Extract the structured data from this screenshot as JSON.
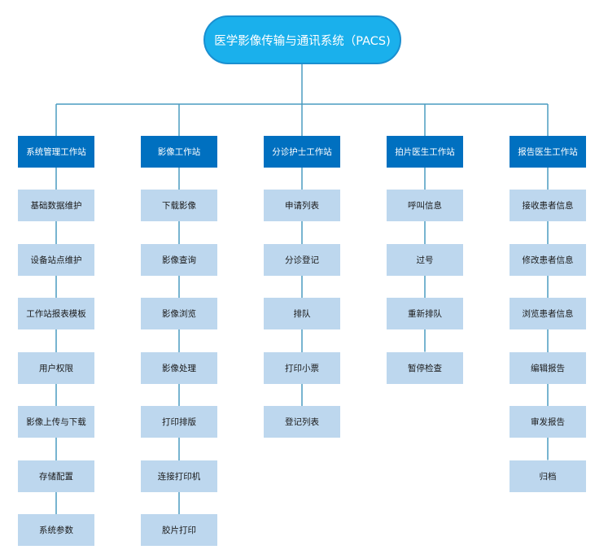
{
  "root": {
    "label": "医学影像传输与通讯系统（PACS)"
  },
  "columns": [
    {
      "title": "系统管理工作站",
      "items": [
        "基础数据维护",
        "设备站点维护",
        "工作站报表模板",
        "用户权限",
        "影像上传与下载",
        "存储配置",
        "系统参数"
      ]
    },
    {
      "title": "影像工作站",
      "items": [
        "下载影像",
        "影像查询",
        "影像浏览",
        "影像处理",
        "打印排版",
        "连接打印机",
        "胶片打印"
      ]
    },
    {
      "title": "分诊护士工作站",
      "items": [
        "申请列表",
        "分诊登记",
        "排队",
        "打印小票",
        "登记列表"
      ]
    },
    {
      "title": "拍片医生工作站",
      "items": [
        "呼叫信息",
        "过号",
        "重新排队",
        "暂停检查"
      ]
    },
    {
      "title": "报告医生工作站",
      "items": [
        "接收患者信息",
        "修改患者信息",
        "浏览患者信息",
        "编辑报告",
        "审发报告",
        "归档"
      ]
    }
  ],
  "colors": {
    "root_fill": "#1ab0ec",
    "root_border": "#1a8fd0",
    "header_fill": "#0070c0",
    "item_fill": "#bdd7ee",
    "connector": "#4a9cc0"
  }
}
